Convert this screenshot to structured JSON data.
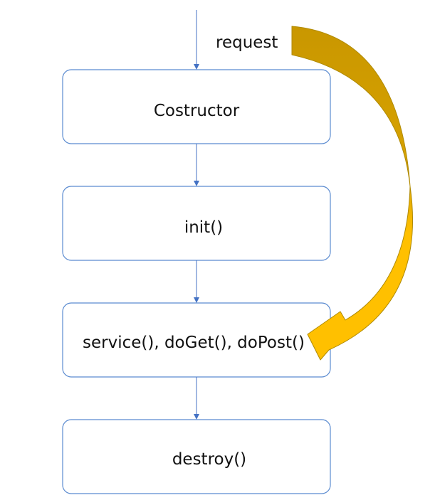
{
  "diagram": {
    "request_label": "request",
    "nodes": [
      {
        "label": "Costructor"
      },
      {
        "label": "init()"
      },
      {
        "label": "service(), doGet(), doPost()"
      },
      {
        "label": "destroy()"
      }
    ]
  },
  "colors": {
    "box_border": "#5b8bd0",
    "connector": "#4472c4",
    "arrow_gold_light": "#ffc000",
    "arrow_gold_dark": "#c99700",
    "arrow_outline": "#b08a00"
  }
}
